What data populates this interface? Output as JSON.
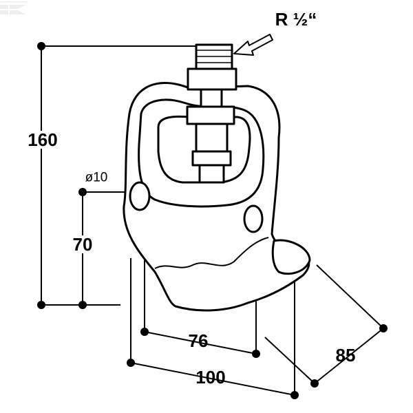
{
  "dimensions": {
    "height_total": "160",
    "hole_height": "70",
    "hole_diameter": "ø10",
    "hole_spacing": "76",
    "width_total": "100",
    "depth": "85",
    "thread": "R ½“"
  },
  "colors": {
    "line": "#000000",
    "background": "#ffffff",
    "logo": "#bfbfbf"
  },
  "logo": "K"
}
